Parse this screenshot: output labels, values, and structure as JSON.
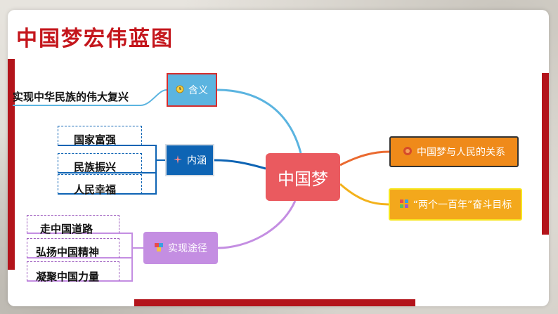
{
  "title": "中国梦宏伟蓝图",
  "center": {
    "label": "中国梦"
  },
  "branches": {
    "hanyi": {
      "label": "含义",
      "icon": "clock-icon",
      "leaves": [
        "实现中华民族的伟大复兴"
      ]
    },
    "neihan": {
      "label": "内涵",
      "icon": "sparkle-icon",
      "leaves": [
        "国家富强",
        "民族振兴",
        "人民幸福"
      ]
    },
    "tujing": {
      "label": "实现途径",
      "icon": "cube-icon",
      "leaves": [
        "走中国道路",
        "弘扬中国精神",
        "凝聚中国力量"
      ]
    },
    "relation": {
      "label": "中国梦与人民的关系",
      "icon": "flower-icon"
    },
    "goal": {
      "label": "“两个一百年”奋斗目标",
      "icon": "blocks-icon"
    }
  },
  "colors": {
    "title": "#c4161c",
    "center": "#ea5a5f",
    "hanyi": "#5bb4e0",
    "neihan": "#0e64b4",
    "tujing": "#c48ee2",
    "relation": "#ef8a1a",
    "goal": "#f3a81c"
  }
}
